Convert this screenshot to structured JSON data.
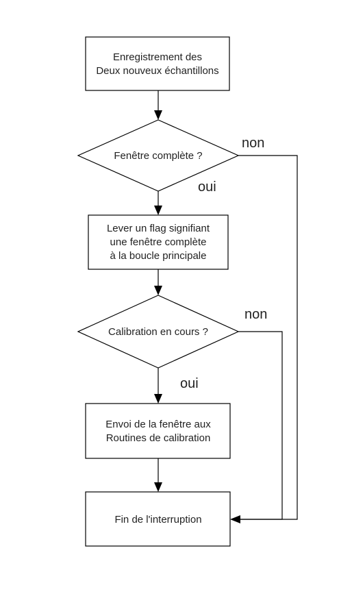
{
  "nodes": {
    "record": {
      "lines": [
        "Enregistrement des",
        "Deux nouveux échantillons"
      ]
    },
    "window_complete": {
      "text": "Fenêtre complète ?"
    },
    "raise_flag": {
      "lines": [
        "Lever un flag signifiant",
        "une fenêtre complète",
        "à la boucle principale"
      ]
    },
    "calibration": {
      "text": "Calibration en cours ?"
    },
    "send_window": {
      "lines": [
        "Envoi de la fenêtre aux",
        "Routines de calibration"
      ]
    },
    "end": {
      "text": "Fin de l'interruption"
    }
  },
  "labels": {
    "no_1": "non",
    "yes_1": "oui",
    "no_2": "non",
    "yes_2": "oui"
  }
}
